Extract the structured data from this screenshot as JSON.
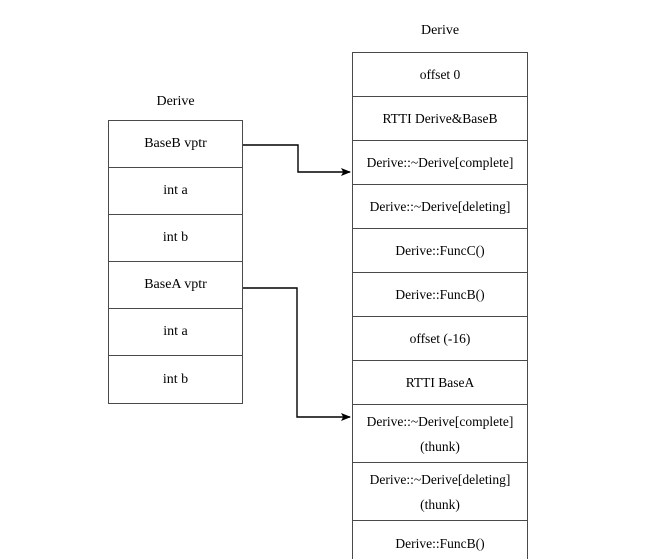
{
  "diagram": {
    "object_layout": {
      "title": "Derive",
      "rows": [
        {
          "label": "BaseB vptr"
        },
        {
          "label": "int a"
        },
        {
          "label": "int b"
        },
        {
          "label": "BaseA vptr"
        },
        {
          "label": "int a"
        },
        {
          "label": "int b"
        }
      ]
    },
    "vtable": {
      "title": "Derive",
      "rows": [
        {
          "label": "offset 0",
          "sub": ""
        },
        {
          "label": "RTTI Derive&BaseB",
          "sub": ""
        },
        {
          "label": "Derive::~Derive[complete]",
          "sub": ""
        },
        {
          "label": "Derive::~Derive[deleting]",
          "sub": ""
        },
        {
          "label": "Derive::FuncC()",
          "sub": ""
        },
        {
          "label": "Derive::FuncB()",
          "sub": ""
        },
        {
          "label": "offset (-16)",
          "sub": ""
        },
        {
          "label": "RTTI BaseA",
          "sub": ""
        },
        {
          "label": "Derive::~Derive[complete]",
          "sub": "(thunk)"
        },
        {
          "label": "Derive::~Derive[deleting]",
          "sub": "(thunk)"
        },
        {
          "label": "Derive::FuncB()",
          "sub": ""
        }
      ]
    },
    "connectors": [
      {
        "name": "baseb-vptr-to-vtable-primary"
      },
      {
        "name": "basea-vptr-to-vtable-secondary"
      }
    ],
    "colors": {
      "line": "#4a4a4a",
      "arrow": "#000000",
      "background": "#ffffff",
      "text": "#000000"
    }
  }
}
